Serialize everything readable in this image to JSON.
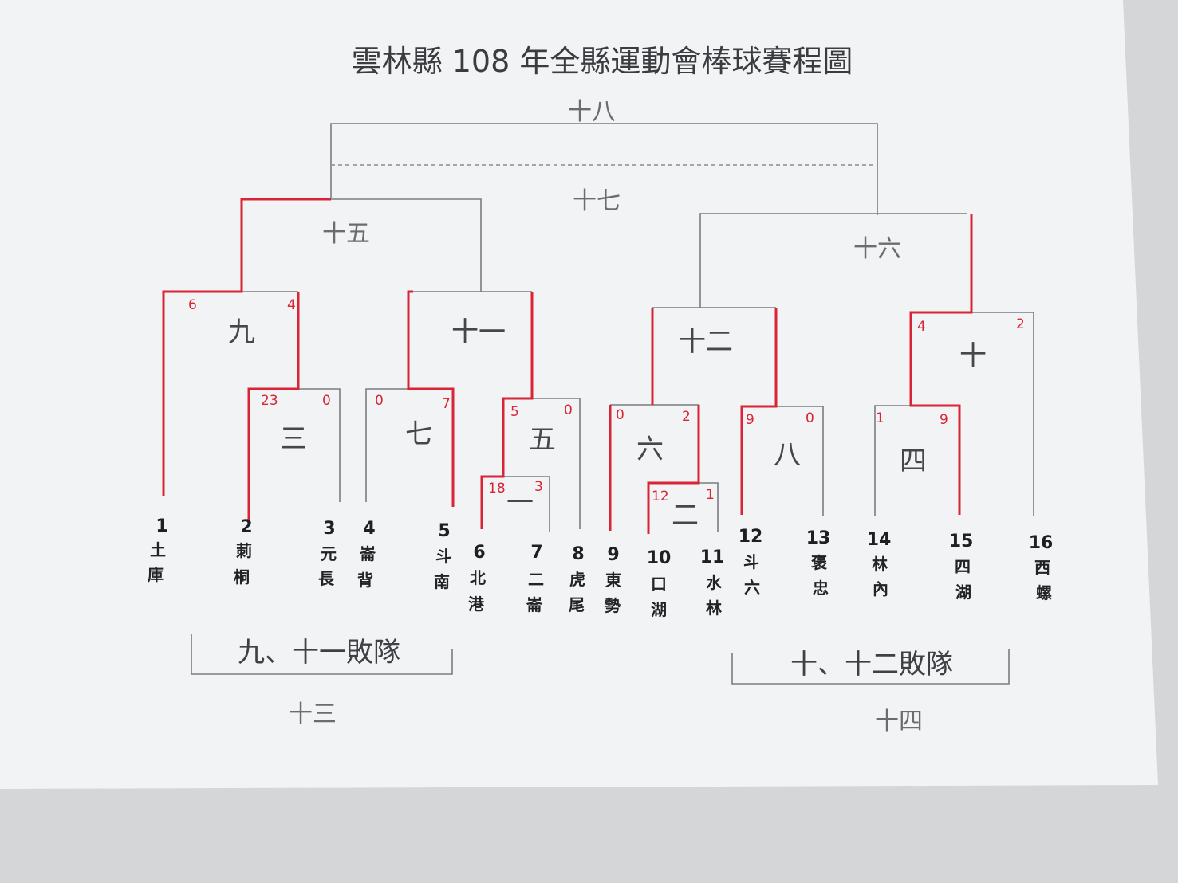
{
  "title": "雲林縣 108 年全縣運動會棒球賽程圖",
  "rounds": {
    "r18": "十八",
    "r17": "十七",
    "r15": "十五",
    "r16": "十六",
    "r9": "九",
    "r11": "十一",
    "r12": "十二",
    "r10": "十",
    "r3": "三",
    "r7": "七",
    "r5": "五",
    "r6": "六",
    "r8": "八",
    "r4": "四",
    "r1": "一",
    "r2": "二",
    "r13": "十三",
    "r14": "十四"
  },
  "scores": [
    {
      "id": "s9a",
      "value": "6"
    },
    {
      "id": "s9b",
      "value": "4"
    },
    {
      "id": "s3a",
      "value": "23"
    },
    {
      "id": "s3b",
      "value": "0"
    },
    {
      "id": "s7a",
      "value": "0"
    },
    {
      "id": "s7b",
      "value": "7"
    },
    {
      "id": "s5a",
      "value": "5"
    },
    {
      "id": "s5b",
      "value": "0"
    },
    {
      "id": "s1a",
      "value": "18"
    },
    {
      "id": "s1b",
      "value": "3"
    },
    {
      "id": "s6a",
      "value": "0"
    },
    {
      "id": "s6b",
      "value": "2"
    },
    {
      "id": "s2a",
      "value": "12"
    },
    {
      "id": "s2b",
      "value": "1"
    },
    {
      "id": "s8a",
      "value": "9"
    },
    {
      "id": "s8b",
      "value": "0"
    },
    {
      "id": "s4a",
      "value": "1"
    },
    {
      "id": "s4b",
      "value": "9"
    },
    {
      "id": "s10a",
      "value": "4"
    },
    {
      "id": "s10b",
      "value": "2"
    }
  ],
  "teams": [
    {
      "num": "1",
      "c1": "土",
      "c2": "庫"
    },
    {
      "num": "2",
      "c1": "莿",
      "c2": "桐"
    },
    {
      "num": "3",
      "c1": "元",
      "c2": "長"
    },
    {
      "num": "4",
      "c1": "崙",
      "c2": "背"
    },
    {
      "num": "5",
      "c1": "斗",
      "c2": "南"
    },
    {
      "num": "6",
      "c1": "北",
      "c2": "港"
    },
    {
      "num": "7",
      "c1": "二",
      "c2": "崙"
    },
    {
      "num": "8",
      "c1": "虎",
      "c2": "尾"
    },
    {
      "num": "9",
      "c1": "東",
      "c2": "勢"
    },
    {
      "num": "10",
      "c1": "口",
      "c2": "湖"
    },
    {
      "num": "11",
      "c1": "水",
      "c2": "林"
    },
    {
      "num": "12",
      "c1": "斗",
      "c2": "六"
    },
    {
      "num": "13",
      "c1": "褒",
      "c2": "忠"
    },
    {
      "num": "14",
      "c1": "林",
      "c2": "內"
    },
    {
      "num": "15",
      "c1": "四",
      "c2": "湖"
    },
    {
      "num": "16",
      "c1": "西",
      "c2": "螺"
    }
  ],
  "losers": {
    "left": "九、十一敗隊",
    "right": "十、十二敗隊"
  }
}
